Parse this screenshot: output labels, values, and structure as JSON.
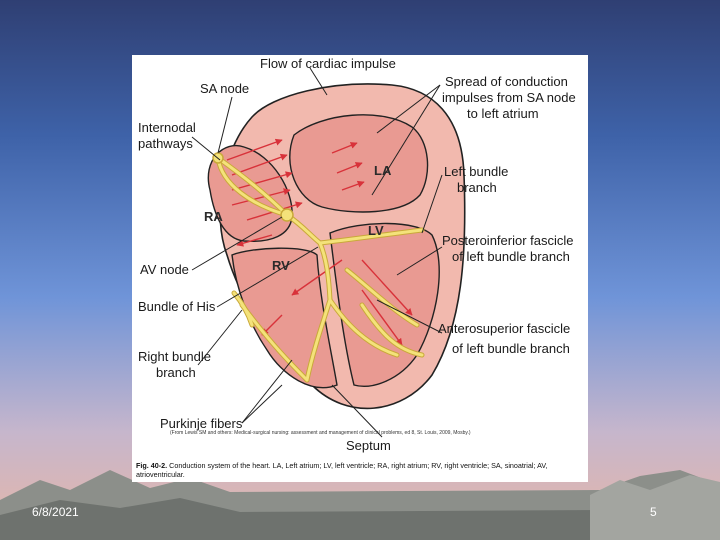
{
  "labels": {
    "flow": "Flow of cardiac impulse",
    "sa_node": "SA node",
    "internodal_1": "Internodal",
    "internodal_2": "pathways",
    "spread_1": "Spread of conduction",
    "spread_2": "impulses from SA node",
    "spread_3": "to left atrium",
    "left_bundle_1": "Left bundle",
    "left_bundle_2": "branch",
    "postero_1": "Posteroinferior fascicle",
    "postero_2": "of left bundle branch",
    "av_node": "AV node",
    "bundle_his": "Bundle of His",
    "right_bundle_1": "Right bundle",
    "right_bundle_2": "branch",
    "antero_1": "Anterosuperior fascicle",
    "antero_2": "of left bundle branch",
    "purkinje": "Purkinje fibers",
    "septum": "Septum"
  },
  "chambers": {
    "ra": "RA",
    "la": "LA",
    "rv": "RV",
    "lv": "LV"
  },
  "source_note": "(From Lewis SM and others: Medical-surgical nursing: assessment and management of clinical problems, ed 8, St. Louis, 2009, Mosby.)",
  "caption": {
    "fig": "Fig. 40-2.",
    "text": "Conduction system of the heart. LA, Left atrium; LV, left ventricle; RA, right atrium; RV, right ventricle; SA, sinoatrial; AV, atrioventricular."
  },
  "footer": {
    "date": "6/8/2021",
    "page": "5"
  },
  "colors": {
    "heart_wall": "#f2b9ae",
    "chamber_fill": "#e99a92",
    "conduction": "#f4e27a",
    "arrows": "#d8323a"
  }
}
